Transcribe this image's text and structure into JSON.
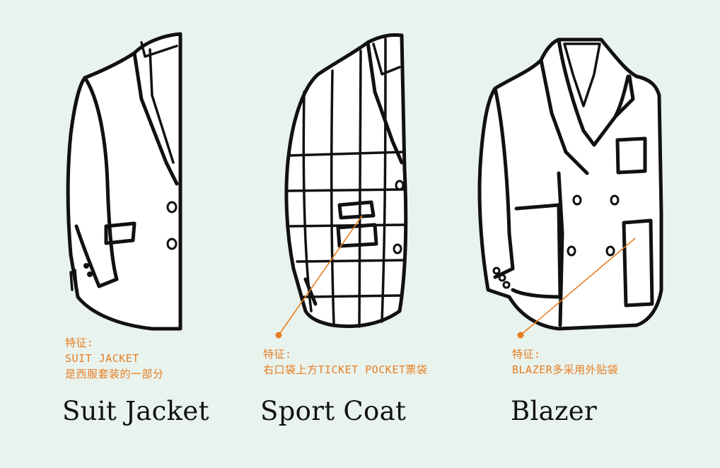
{
  "accent_color": "#e67e22",
  "items": [
    {
      "name": "Suit Jacket",
      "note_lines": [
        "特征:",
        "SUIT JACKET",
        "是西服套装的一部分"
      ]
    },
    {
      "name": "Sport Coat",
      "note_lines": [
        "特征:",
        "右口袋上方TICKET POCKET票袋"
      ]
    },
    {
      "name": "Blazer",
      "note_lines": [
        "特征:",
        "BLAZER多采用外贴袋"
      ]
    }
  ]
}
